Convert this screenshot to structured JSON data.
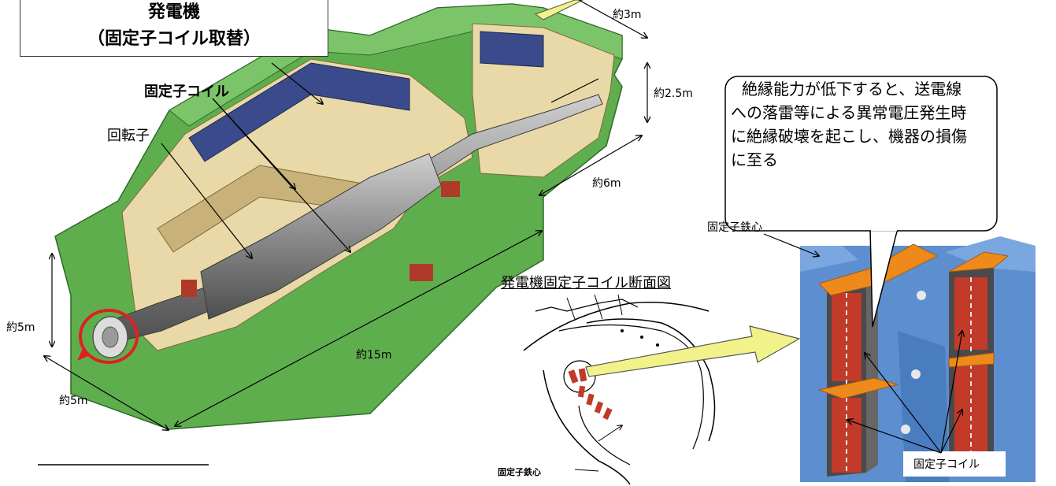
{
  "title": {
    "line1": "発電機",
    "line2": "（固定子コイル取替）"
  },
  "labels": {
    "stator_coil": "固定子コイル",
    "rotor": "回転子",
    "section_title": "発電機固定子コイル断面図",
    "stator_core_top": "固定子鉄心",
    "stator_core_bottom": "固定子鉄心",
    "stator_coil_detail": "固定子コイル"
  },
  "callout": {
    "line1": "絶縁能力が低下すると、送電線",
    "line2": "への落雷等による異常電圧発生時",
    "line3": "に絶縁破壊を起こし、機器の損傷",
    "line4": "に至る"
  },
  "dimensions": {
    "d1": "約3m",
    "d2": "約2.5m",
    "d3": "約6m",
    "d4": "約5m",
    "d5": "約15m",
    "d6": "約5m"
  },
  "colors": {
    "housing": "#5fae4e",
    "housing_dark": "#3f8a35",
    "interior": "#e9d9a8",
    "rotor": "#8e8e8e",
    "coil_blue": "#3a4a8a",
    "detail_bg": "#5d8fd0",
    "coil_red": "#c23a2a",
    "wedge_orange": "#ee8a1c",
    "highlight_circle": "#e02020",
    "big_arrow_fill": "#f2f28a"
  }
}
